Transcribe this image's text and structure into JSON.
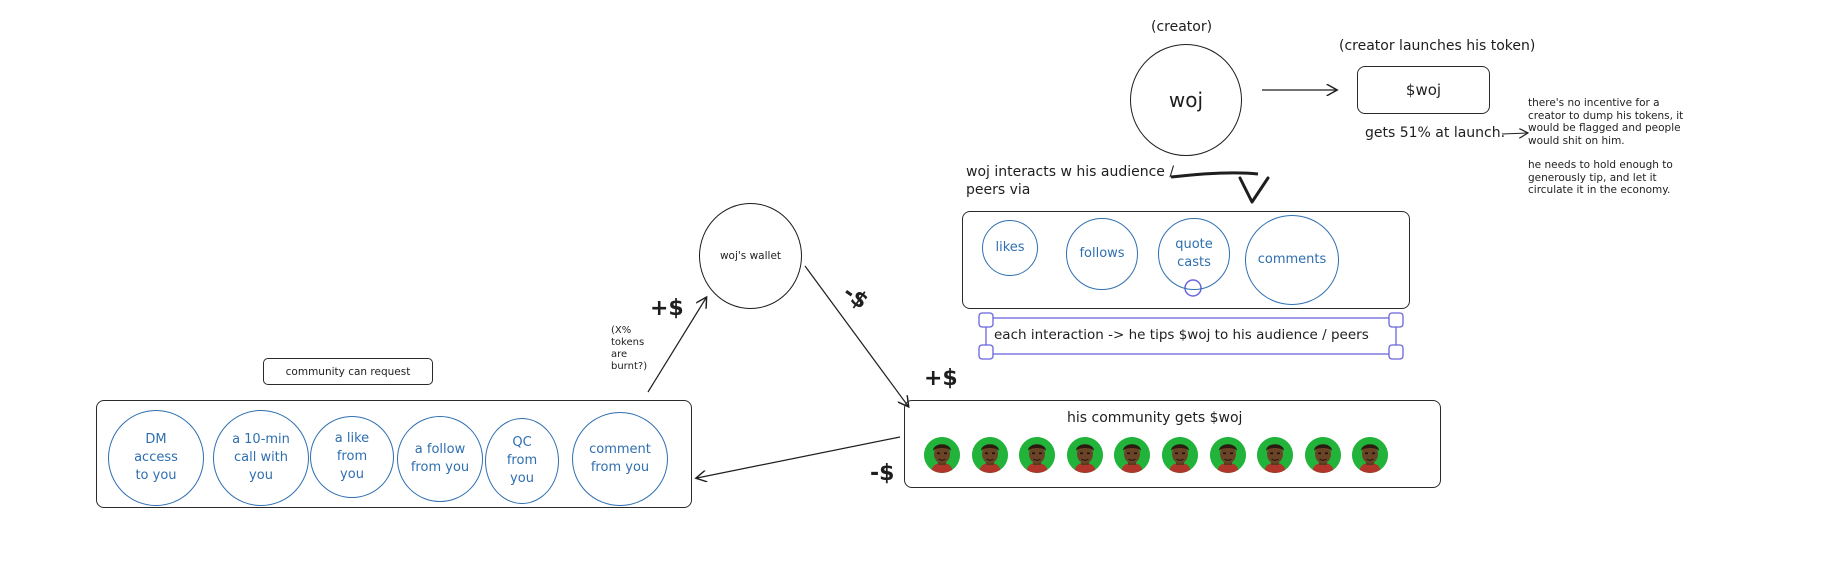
{
  "creator": {
    "role_label": "(creator)",
    "name": "woj",
    "launch_label": "(creator launches his token)",
    "token": "$woj",
    "launch_share": "gets 51% at launch."
  },
  "incentive_note": {
    "paragraph1": [
      "there's no incentive for a",
      "creator to dump his tokens, it",
      "would be flagged and people",
      "would shit on him."
    ],
    "paragraph2": [
      "he needs to hold enough to",
      "generously tip, and let it",
      "circulate it in the economy."
    ]
  },
  "interactions": {
    "label_lines": [
      "woj interacts w his audience /",
      "peers via"
    ],
    "items": [
      {
        "label": "likes"
      },
      {
        "label": "follows"
      },
      {
        "label": "quote casts"
      },
      {
        "label": "comments"
      }
    ],
    "tip_text": "each interaction -> he tips $woj to his audience / peers"
  },
  "community": {
    "title": "his community gets $woj",
    "avatar_count": 10,
    "plus_label": "+$",
    "minus_label": "-$"
  },
  "wallet": {
    "label": "woj's wallet",
    "plus_label": "+$",
    "minus_label": "-$",
    "burn_note": [
      "(X%",
      "tokens",
      "are",
      "burnt?)"
    ]
  },
  "requests": {
    "header": "community can request",
    "items": [
      {
        "label": "DM access to you"
      },
      {
        "label": "a 10-min call with you"
      },
      {
        "label": "a like from you"
      },
      {
        "label": "a follow from you"
      },
      {
        "label": "QC from you"
      },
      {
        "label": "comment from you"
      }
    ]
  },
  "colors": {
    "ink": "#1e1e1e",
    "blue": "#2f6fb0",
    "selection": "#6965db",
    "avatar_bg": "#22b43a"
  }
}
